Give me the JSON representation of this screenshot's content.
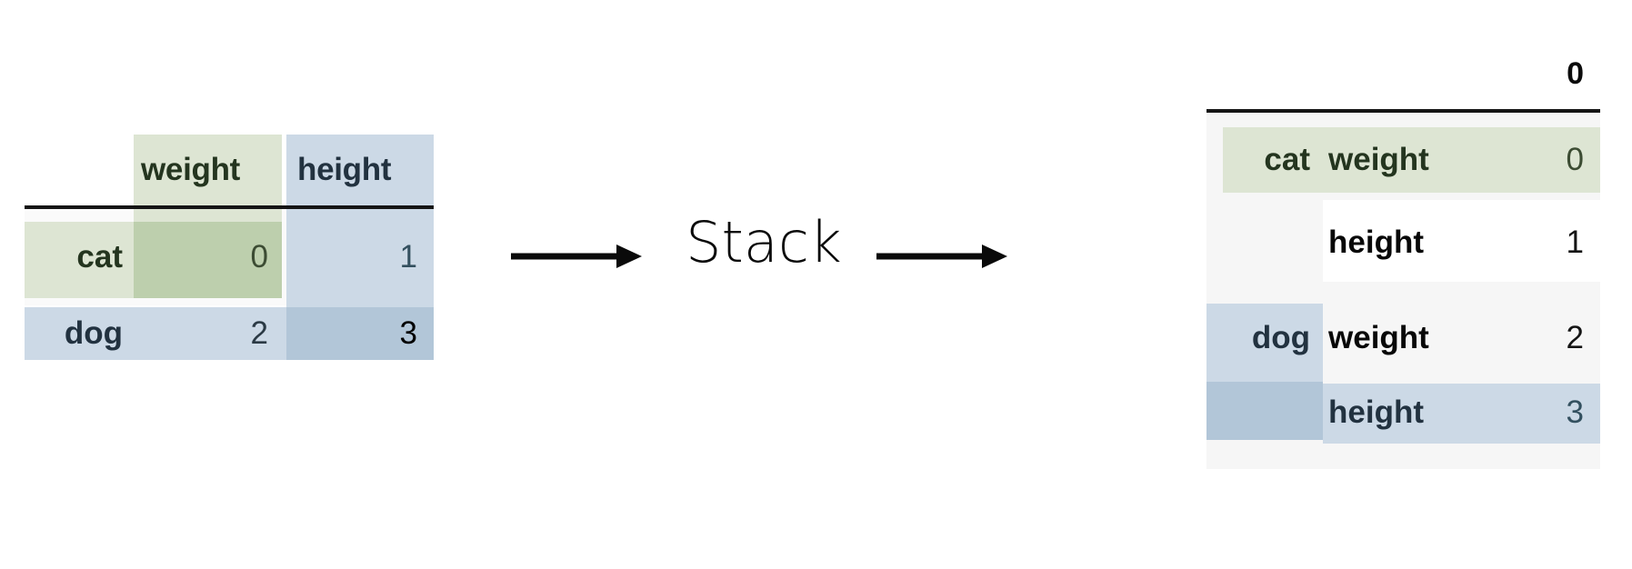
{
  "diagram": {
    "operation_label": "Stack",
    "arrow_left_icon": "arrow-right-icon",
    "arrow_right_icon": "arrow-right-icon"
  },
  "colors": {
    "green_light": "#dde5d3",
    "green_dark": "#bdcfad",
    "blue_light": "#ccd9e6",
    "blue_dark": "#b2c6d8",
    "rule": "#151515",
    "zebra": "#f6f6f6"
  },
  "left_table": {
    "name": "source-dataframe",
    "index_header": "",
    "columns": [
      "weight",
      "height"
    ],
    "index": [
      "cat",
      "dog"
    ],
    "rows": [
      {
        "index": "cat",
        "weight": "0",
        "height": "1"
      },
      {
        "index": "dog",
        "weight": "2",
        "height": "3"
      }
    ]
  },
  "right_table": {
    "name": "stacked-series",
    "column_header": "0",
    "rows": [
      {
        "level0": "cat",
        "level1": "weight",
        "value": "0"
      },
      {
        "level0": "",
        "level1": "height",
        "value": "1"
      },
      {
        "level0": "dog",
        "level1": "weight",
        "value": "2"
      },
      {
        "level0": "",
        "level1": "height",
        "value": "3"
      }
    ]
  },
  "chart_data": {
    "type": "table",
    "title": "Stack",
    "before": {
      "columns": [
        "weight",
        "height"
      ],
      "index": [
        "cat",
        "dog"
      ],
      "values": [
        [
          0,
          1
        ],
        [
          2,
          3
        ]
      ]
    },
    "after": {
      "columns": [
        "0"
      ],
      "index": [
        [
          "cat",
          "weight"
        ],
        [
          "cat",
          "height"
        ],
        [
          "dog",
          "weight"
        ],
        [
          "dog",
          "height"
        ]
      ],
      "values": [
        [
          0
        ],
        [
          1
        ],
        [
          2
        ],
        [
          3
        ]
      ]
    }
  }
}
